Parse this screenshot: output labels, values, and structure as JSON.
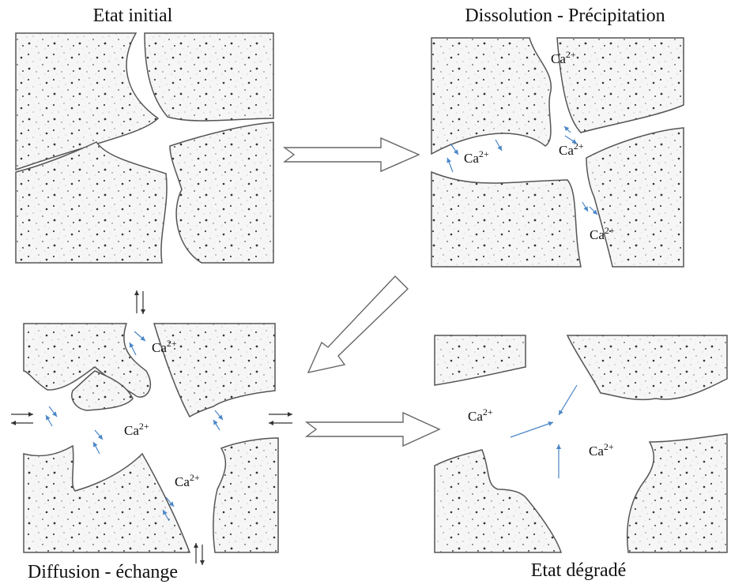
{
  "stages": {
    "initial": {
      "title": "Etat initial"
    },
    "dissolution": {
      "title": "Dissolution - Précipitation"
    },
    "diffusion": {
      "title": "Diffusion - échange"
    },
    "degraded": {
      "title": "Etat dégradé"
    }
  },
  "ion": {
    "base": "Ca",
    "charge": "2+"
  },
  "colors": {
    "grain_fill": "#f4f4f4",
    "grain_stroke": "#555555",
    "arrow_blue": "#4a86c8",
    "text": "#111111"
  }
}
